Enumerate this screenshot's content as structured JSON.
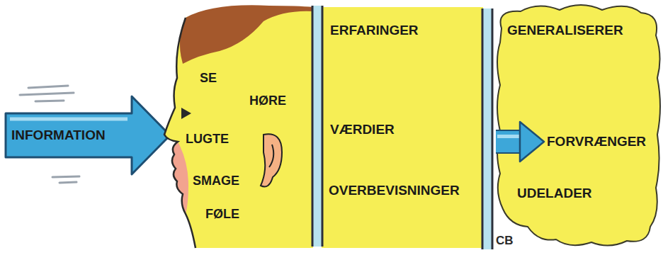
{
  "diagram": {
    "nodes": [
      {
        "text": [
          "INFORMATION"
        ]
      },
      {
        "text": [
          "SE",
          "HØRE",
          "LUGTE",
          "SMAGE",
          "FØLE"
        ]
      },
      {
        "text": [
          "ERFARINGER",
          "VÆRDIER",
          "OVERBEVISNINGER"
        ]
      },
      {
        "text": [
          "GENERALISERER",
          "FORVRÆNGER",
          "UDELADER"
        ]
      }
    ],
    "edges": [
      {
        "from": 2,
        "to": 3,
        "arrow": "to"
      }
    ],
    "labels": [
      "CB"
    ]
  }
}
